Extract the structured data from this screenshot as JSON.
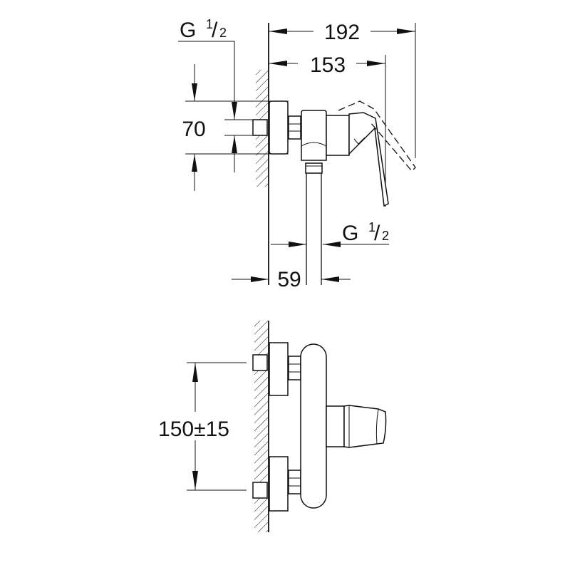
{
  "side_view": {
    "dim_total_depth": "192",
    "dim_lever_depth": "153",
    "dim_inlet_height": "70",
    "dim_outlet_offset": "59",
    "thread_inlet": {
      "main": "G",
      "num": "1",
      "den": "2"
    },
    "thread_outlet": {
      "main": "G",
      "num": "1",
      "den": "2"
    }
  },
  "front_view": {
    "dim_inlet_spacing": "150±15"
  }
}
